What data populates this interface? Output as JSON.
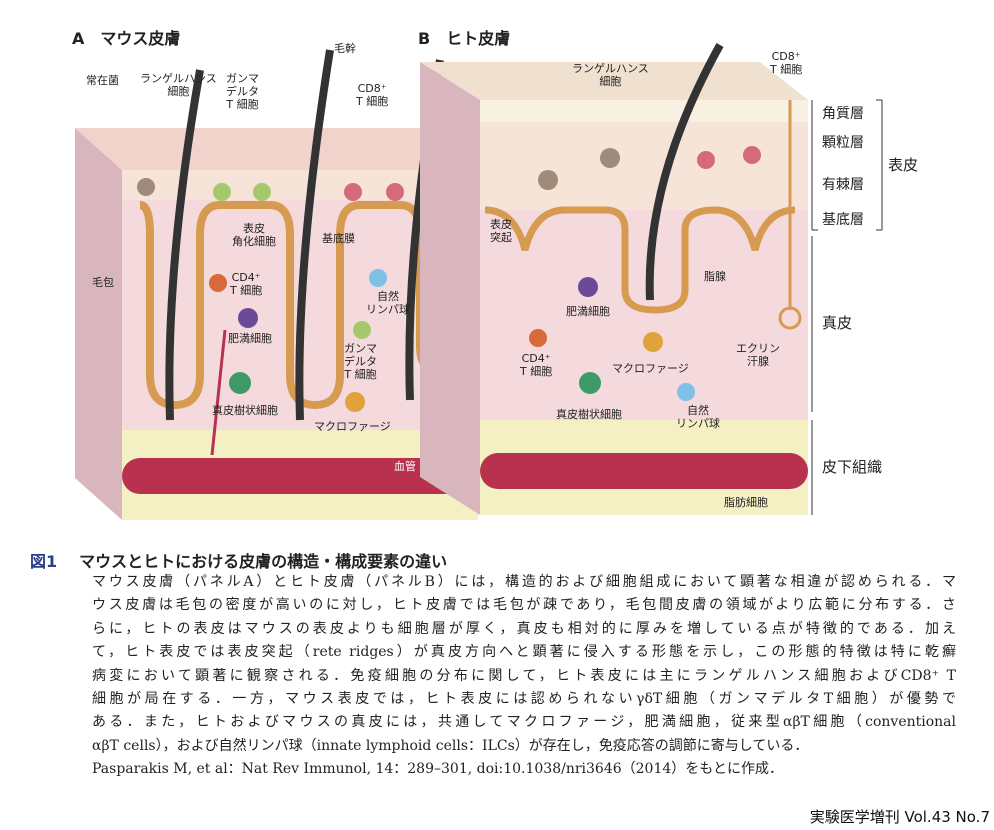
{
  "panel_a": {
    "title": "A　マウス皮膚",
    "labels": {
      "commensal": "常在菌",
      "langerhans": "ランゲルハンス\n細胞",
      "gamma_delta_epi": "ガンマ\nデルタ\nT 細胞",
      "hair_shaft": "毛幹",
      "cd8": "CD8⁺\nT 細胞",
      "keratinocyte": "表皮\n角化細胞",
      "basement_membrane": "基底膜",
      "hair_follicle": "毛包",
      "cd4": "CD4⁺\nT 細胞",
      "ilc": "自然\nリンパ球",
      "mast_cell": "肥満細胞",
      "gamma_delta_dermis": "ガンマ\nデルタ\nT 細胞",
      "dermal_dc": "真皮樹状細胞",
      "macrophage": "マクロファージ",
      "blood_vessel": "血管"
    }
  },
  "panel_b": {
    "title": "B　ヒト皮膚",
    "labels": {
      "langerhans": "ランゲルハンス\n細胞",
      "cd8": "CD8⁺\nT 細胞",
      "rete_ridges": "表皮\n突起",
      "sebaceous": "脂腺",
      "mast_cell": "肥満細胞",
      "cd4": "CD4⁺\nT 細胞",
      "macrophage": "マクロファージ",
      "eccrine": "エクリン\n汗腺",
      "dermal_dc": "真皮樹状細胞",
      "ilc": "自然\nリンパ球",
      "adipocyte": "脂肪細胞"
    },
    "layers": {
      "stratum_corneum": "角質層",
      "stratum_granulosum": "顆粒層",
      "stratum_spinosum": "有棘層",
      "stratum_basale": "基底層",
      "epidermis": "表皮",
      "dermis": "真皮",
      "subcutis": "皮下組織"
    }
  },
  "caption": {
    "number": "図1",
    "title": "マウスとヒトにおける皮膚の構造・構成要素の違い",
    "lines": [
      "マウス皮膚（パネルA）とヒト皮膚（パネルB）には，構造的および細胞組成において顕著な相違が認められる．マ",
      "ウス皮膚は毛包の密度が高いのに対し，ヒト皮膚では毛包が疎であり，毛包間皮膚の領域がより広範に分布する．さ",
      "らに，ヒトの表皮はマウスの表皮よりも細胞層が厚く，真皮も相対的に厚みを増している点が特徴的である．加え",
      "て，ヒト表皮では表皮突起（rete ridges）が真皮方向へと顕著に侵入する形態を示し，この形態的特徴は特に乾癬",
      "病変において顕著に観察される．免疫細胞の分布に関して，ヒト表皮には主にランゲルハンス細胞およびCD8⁺ T",
      " 細胞が局在する．一方，マウス表皮では，ヒト表皮には認められないγδT細胞（ガンマデルタT細胞）が優勢で",
      "ある．また，ヒトおよびマウスの真皮には，共通してマクロファージ，肥満細胞，従来型αβT細胞（conventional",
      "αβT cells），および自然リンパ球（innate lymphoid cells：ILCs）が存在し，免疫応答の調節に寄与している．",
      "Pasparakis M, et al：Nat Rev Immunol, 14：289–301, doi:10.1038/nri3646（2014）をもとに作成．"
    ]
  },
  "footer": "実験医学増刊 Vol.43 No.7",
  "colors": {
    "caption_number": "#2b3f8a",
    "dermis": "#f3d9dc",
    "epidermis": "#f6e3d8",
    "vessel": "#b8324f",
    "fat": "#f5efc4"
  }
}
